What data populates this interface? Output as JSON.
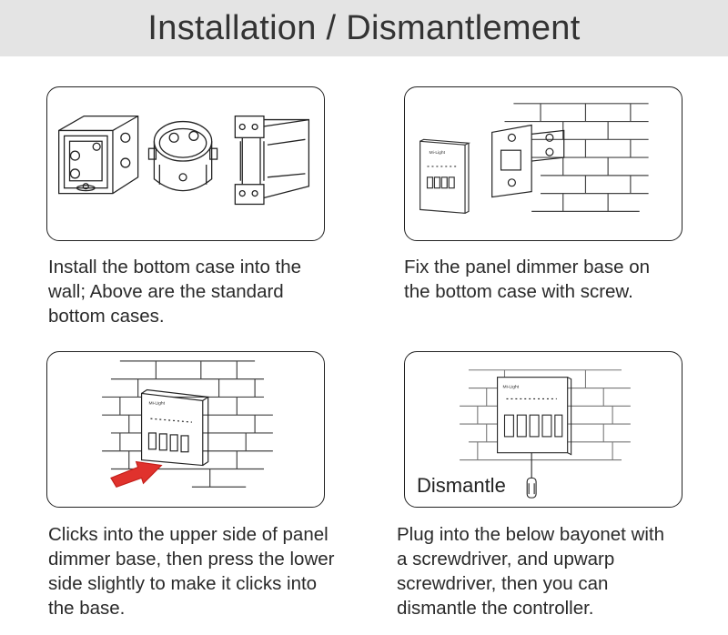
{
  "header": {
    "title": "Installation / Dismantlement"
  },
  "steps": [
    {
      "caption": "Install the bottom case into the\nwall; Above are the standard\nbottom cases.",
      "image": "bottom-cases-illustration"
    },
    {
      "caption": "Fix the panel dimmer base on\nthe bottom case with screw.",
      "image": "dimmer-base-wall-illustration"
    },
    {
      "caption": "Clicks into the upper side of panel\ndimmer base, then press the lower\nside slightly to make it clicks into\nthe base.",
      "image": "panel-click-in-illustration",
      "arrow_color": "#e0322d"
    },
    {
      "caption": "Plug into the below bayonet with\na screwdriver, and upwarp\nscrewdriver,  then you can\ndismantle the controller.",
      "image": "screwdriver-dismantle-illustration",
      "label": "Dismantle"
    }
  ],
  "panel_brand": "Mi-Light"
}
